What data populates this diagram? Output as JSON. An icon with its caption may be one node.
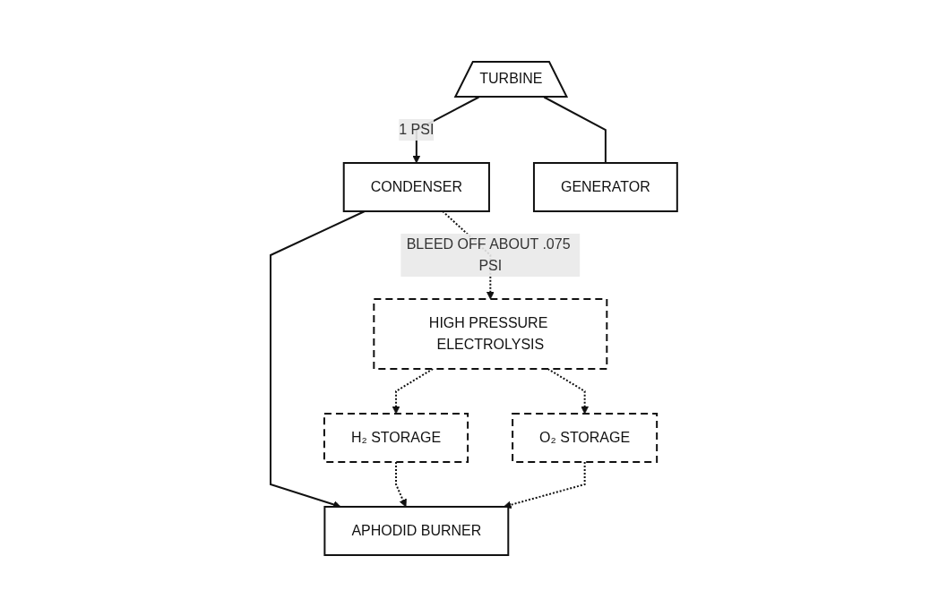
{
  "diagram": {
    "nodes": [
      {
        "text": [
          "CONDENSER"
        ]
      },
      {
        "text": [
          "APHODID BURNER"
        ]
      },
      {
        "text": [
          "TURBINE"
        ]
      },
      {
        "text": [
          "GENERATOR"
        ]
      },
      {
        "text": [
          "HIGH PRESSURE ELECTROLYSIS"
        ]
      },
      {
        "text": [
          "H₂ STORAGE"
        ]
      },
      {
        "text": [
          "O₂ STORAGE"
        ]
      }
    ],
    "edges": [
      {
        "from": 2,
        "to": 0,
        "arrow": "to",
        "label": "1 PSI"
      },
      {
        "from": 0,
        "to": 1,
        "arrow": "to"
      },
      {
        "from": 0,
        "to": 4,
        "arrow": "to",
        "style": "dashed",
        "label": "BLEED OFF ABOUT .075 PSI"
      },
      {
        "from": 2,
        "to": 3,
        "arrow": "none"
      },
      {
        "from": 4,
        "to": 5,
        "arrow": "to",
        "style": "dashed"
      },
      {
        "from": 4,
        "to": 6,
        "arrow": "to",
        "style": "dashed"
      },
      {
        "from": 5,
        "to": 1,
        "arrow": "to",
        "style": "dashed"
      },
      {
        "from": 6,
        "to": 1,
        "arrow": "to",
        "style": "dashed"
      }
    ]
  }
}
